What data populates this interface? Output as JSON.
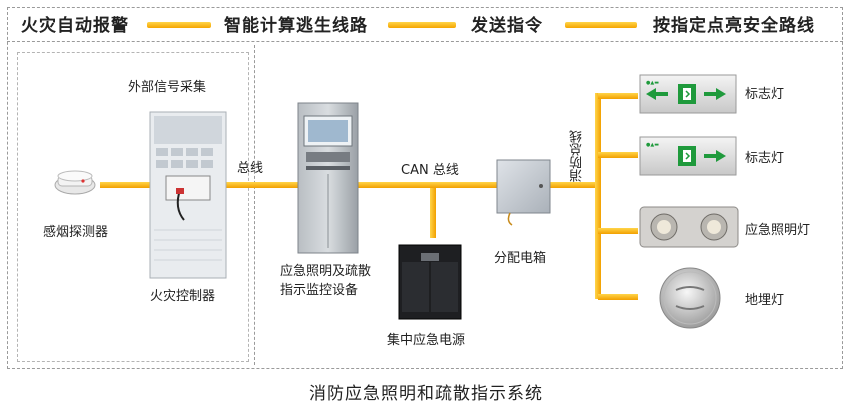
{
  "header": {
    "steps": [
      "火灾自动报警",
      "智能计算逃生线路",
      "发送指令",
      "按指定点亮安全路线"
    ]
  },
  "labels": {
    "signal_collection": "外部信号采集",
    "smoke_detector": "感烟探测器",
    "fire_controller": "火灾控制器",
    "bus_line": "总线",
    "monitor_device_line1": "应急照明及疏散",
    "monitor_device_line2": "指示监控设备",
    "can_bus": "CAN 总线",
    "power_supply": "集中应急电源",
    "distribution_box": "分配电箱",
    "fire_bus": "消防总线",
    "sign_lamp_1": "标志灯",
    "sign_lamp_2": "标志灯",
    "emergency_light": "应急照明灯",
    "floor_lamp": "地埋灯"
  },
  "caption": "消防应急照明和疏散指示系统",
  "colors": {
    "connector": "#f5a500",
    "sign_green": "#1f9a3c",
    "border": "#9a9a9a"
  }
}
